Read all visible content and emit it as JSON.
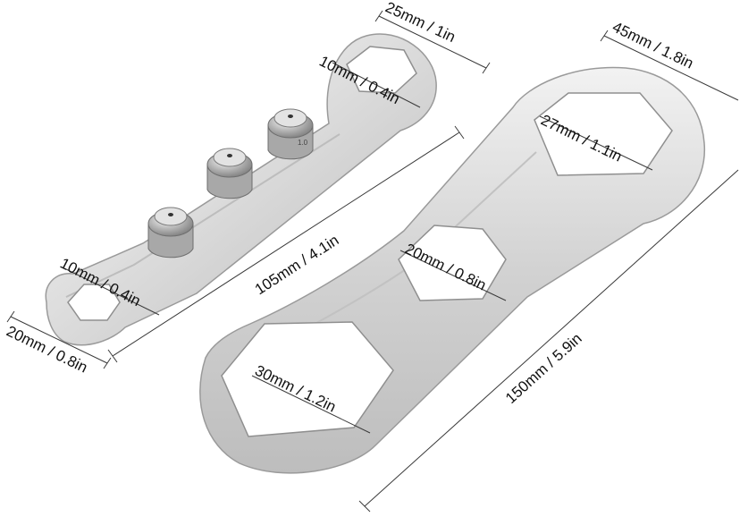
{
  "image": {
    "subject": "Two flat double-ended hex wrenches with three nozzles",
    "colors": {
      "background": "#ffffff",
      "metal_light": "#eeeeee",
      "metal_mid": "#cfcfcf",
      "metal_dark": "#a9a9a9",
      "dimension_text": "#111111"
    }
  },
  "dimensions": {
    "small_top_hole_width": "25mm / 1in",
    "small_top_hole_size": "10mm / 0.4in",
    "small_bottom_hole_size": "10mm / 0.4in",
    "small_wrench_width": "20mm / 0.8in",
    "small_wrench_length": "105mm / 4.1in",
    "large_wrench_width": "45mm / 1.8in",
    "large_top_hole_size": "27mm / 1.1in",
    "large_middle_hole_size": "20mm / 0.8in",
    "large_bottom_hole_size": "30mm / 1.2in",
    "large_wrench_length": "150mm / 5.9in"
  },
  "nozzles": [
    {
      "label": ""
    },
    {
      "label": ""
    },
    {
      "label": "1.0"
    }
  ]
}
